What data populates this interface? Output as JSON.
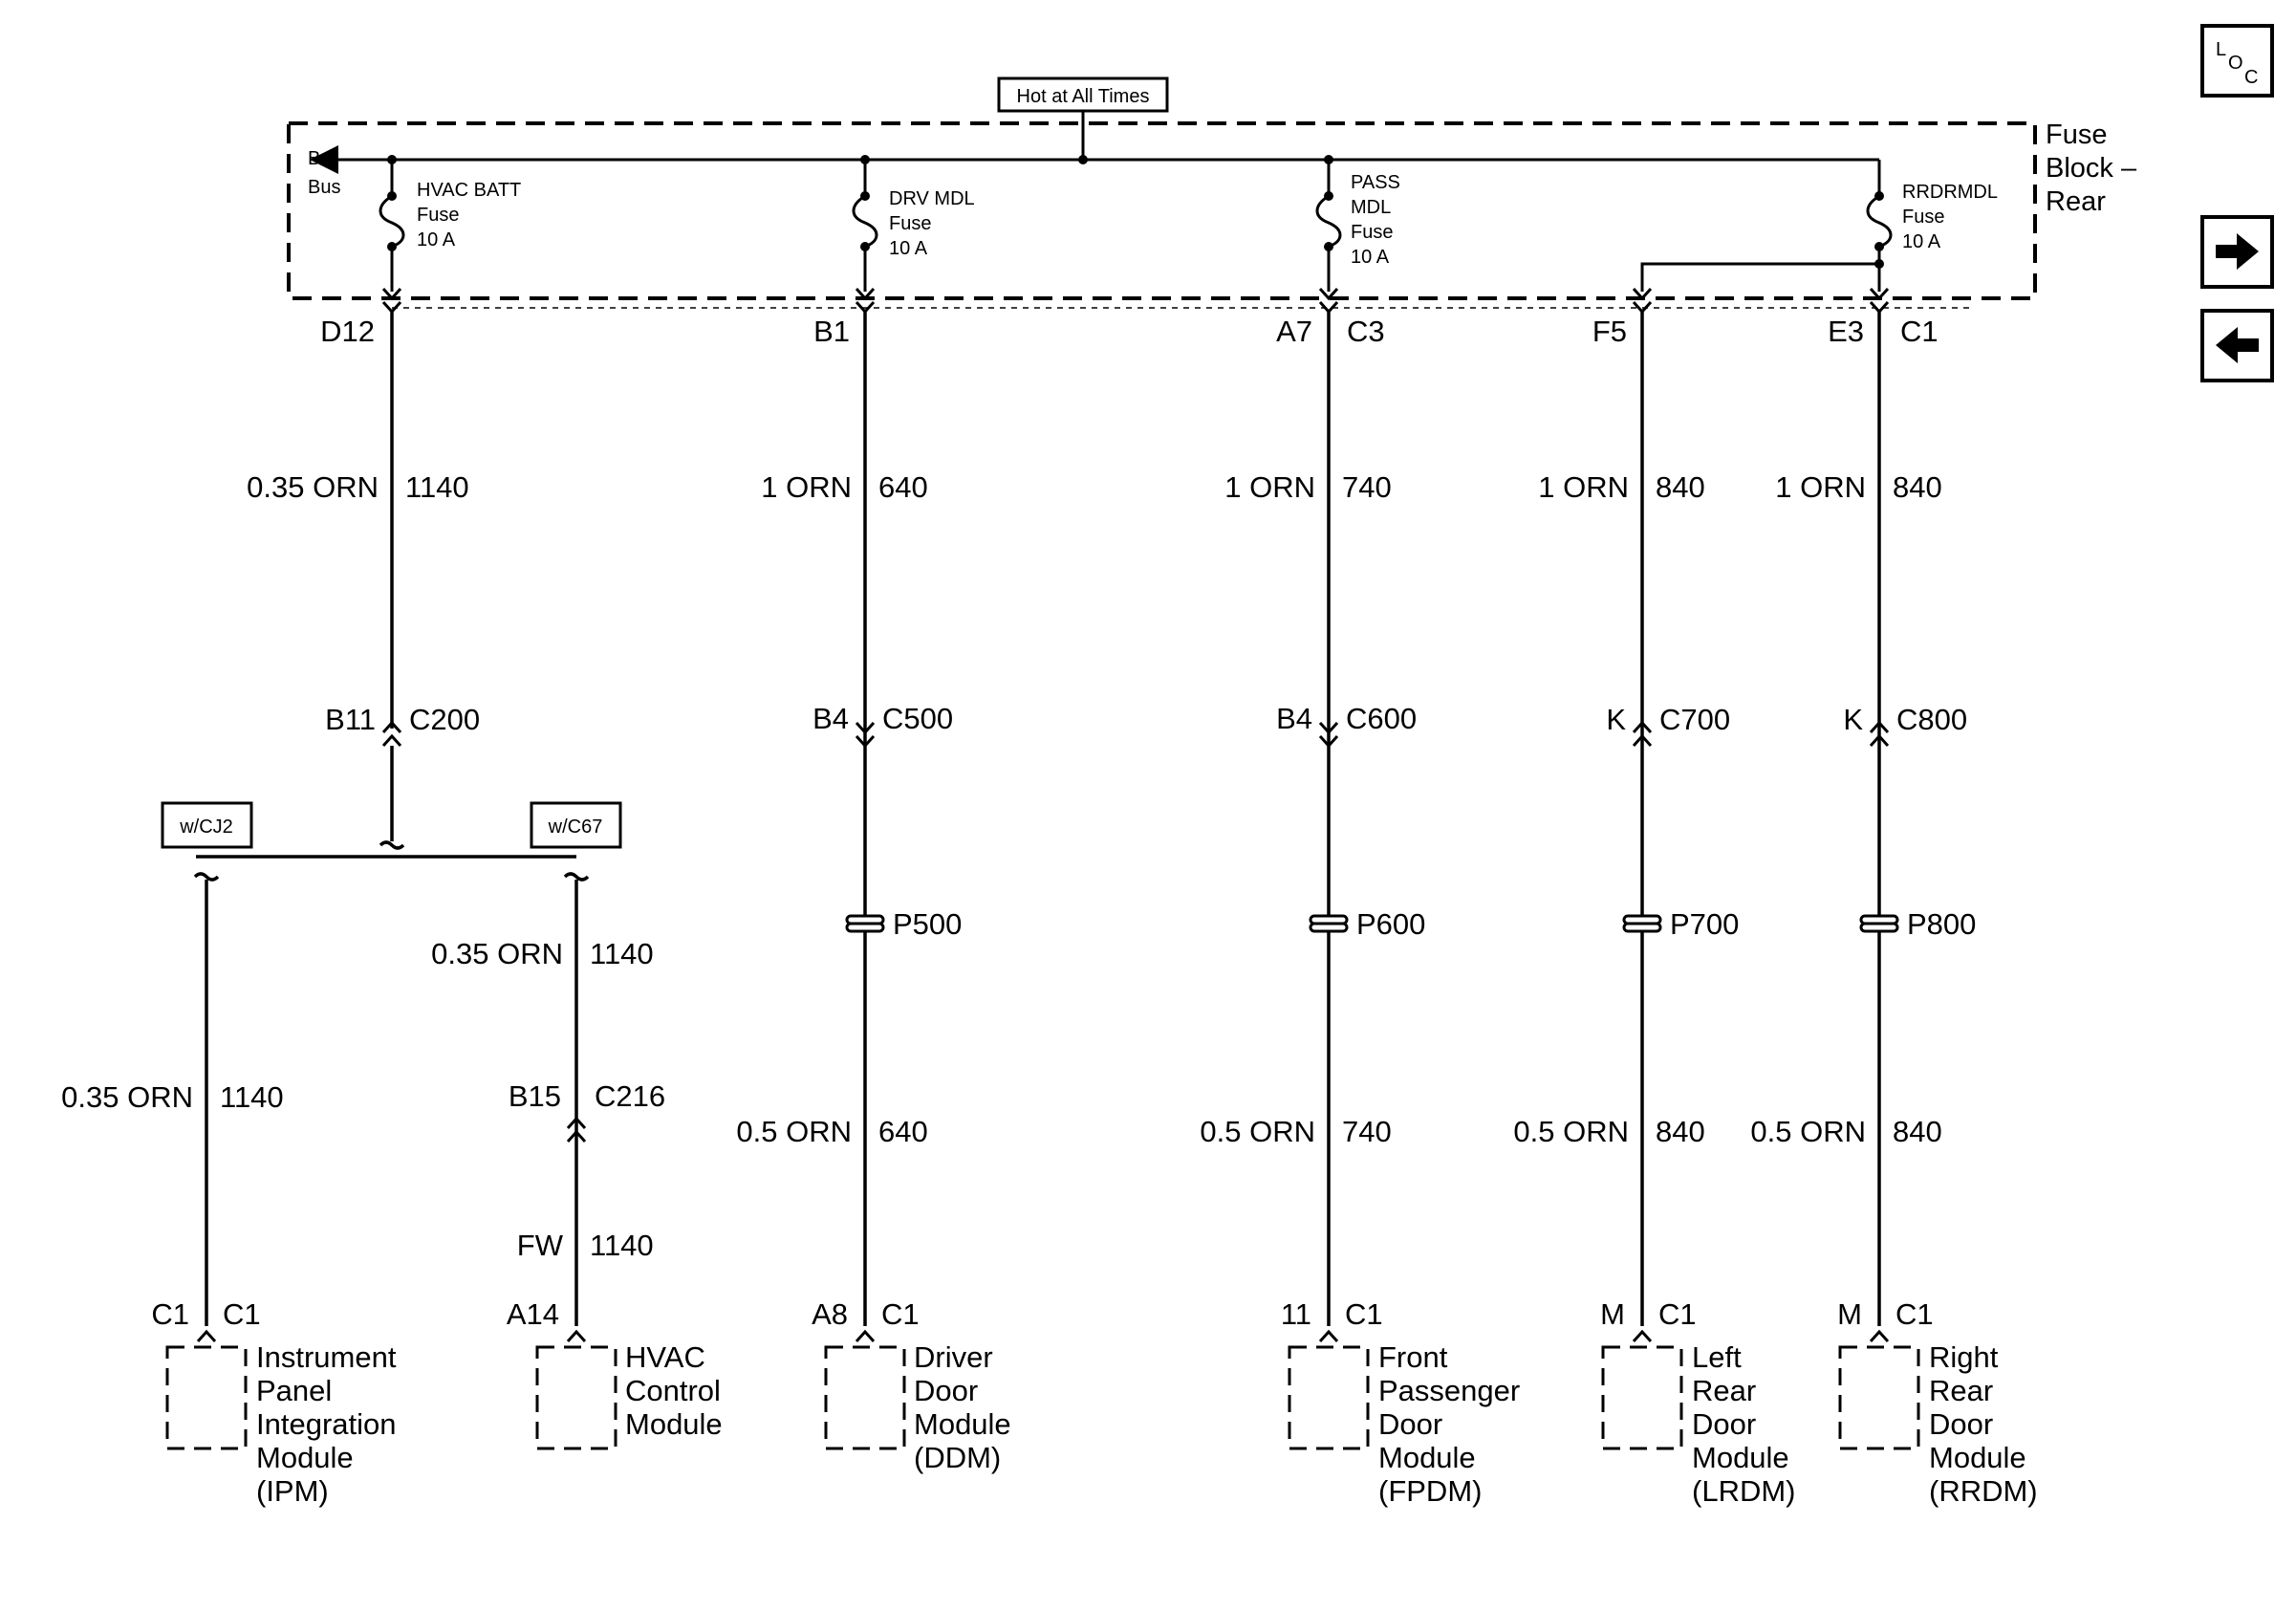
{
  "hot_label": "Hot at All Times",
  "fuse_block": {
    "line1": "Fuse",
    "line2": "Block –",
    "line3": "Rear"
  },
  "bus": {
    "line1": "B+",
    "line2": "Bus"
  },
  "fuses": [
    {
      "lines": [
        "HVAC BATT",
        "Fuse",
        "10 A"
      ]
    },
    {
      "lines": [
        "DRV MDL",
        "Fuse",
        "10 A"
      ]
    },
    {
      "lines": [
        "PASS",
        "MDL",
        "Fuse",
        "10 A"
      ]
    },
    {
      "lines": [
        "RRDRMDL",
        "Fuse",
        "10 A"
      ]
    }
  ],
  "pins_top": [
    "D12",
    "B1",
    "A7",
    "C3",
    "F5",
    "E3",
    "C1"
  ],
  "wires_upper": [
    {
      "gauge": "0.35 ORN",
      "circuit": "1140"
    },
    {
      "gauge": "1 ORN",
      "circuit": "640"
    },
    {
      "gauge": "1 ORN",
      "circuit": "740"
    },
    {
      "gauge": "1 ORN",
      "circuit": "840"
    },
    {
      "gauge": "1 ORN",
      "circuit": "840"
    }
  ],
  "inline_connectors": [
    {
      "pin": "B11",
      "name": "C200"
    },
    {
      "pin": "B4",
      "name": "C500"
    },
    {
      "pin": "B4",
      "name": "C600"
    },
    {
      "pin": "K",
      "name": "C700"
    },
    {
      "pin": "K",
      "name": "C800"
    }
  ],
  "options": [
    "w/CJ2",
    "w/C67"
  ],
  "splices": [
    "P500",
    "P600",
    "P700",
    "P800"
  ],
  "wires_lower": [
    {
      "gauge": "0.35 ORN",
      "circuit": "1140"
    },
    {
      "gauge": "0.35 ORN",
      "circuit": "1140"
    },
    {
      "gauge": "0.5 ORN",
      "circuit": "640"
    },
    {
      "gauge": "0.5 ORN",
      "circuit": "740"
    },
    {
      "gauge": "0.5 ORN",
      "circuit": "840"
    },
    {
      "gauge": "0.5 ORN",
      "circuit": "840"
    }
  ],
  "hvac_inline": {
    "pin": "B15",
    "name": "C216"
  },
  "hvac_wire2": {
    "gauge": "FW",
    "circuit": "1140"
  },
  "modules": [
    {
      "pin": "C1",
      "conn": "C1",
      "lines": [
        "Instrument",
        "Panel",
        "Integration",
        "Module",
        "(IPM)"
      ]
    },
    {
      "pin": "A14",
      "conn": "",
      "lines": [
        "HVAC",
        "Control",
        "Module"
      ]
    },
    {
      "pin": "A8",
      "conn": "C1",
      "lines": [
        "Driver",
        "Door",
        "Module",
        "(DDM)"
      ]
    },
    {
      "pin": "11",
      "conn": "C1",
      "lines": [
        "Front",
        "Passenger",
        "Door",
        "Module",
        "(FPDM)"
      ]
    },
    {
      "pin": "M",
      "conn": "C1",
      "lines": [
        "Left",
        "Rear",
        "Door",
        "Module",
        "(LRDM)"
      ]
    },
    {
      "pin": "M",
      "conn": "C1",
      "lines": [
        "Right",
        "Rear",
        "Door",
        "Module",
        "(RRDM)"
      ]
    }
  ],
  "nav": {
    "loc_icon": "loc-icon",
    "next_icon": "arrow-right-icon",
    "prev_icon": "arrow-left-icon"
  }
}
